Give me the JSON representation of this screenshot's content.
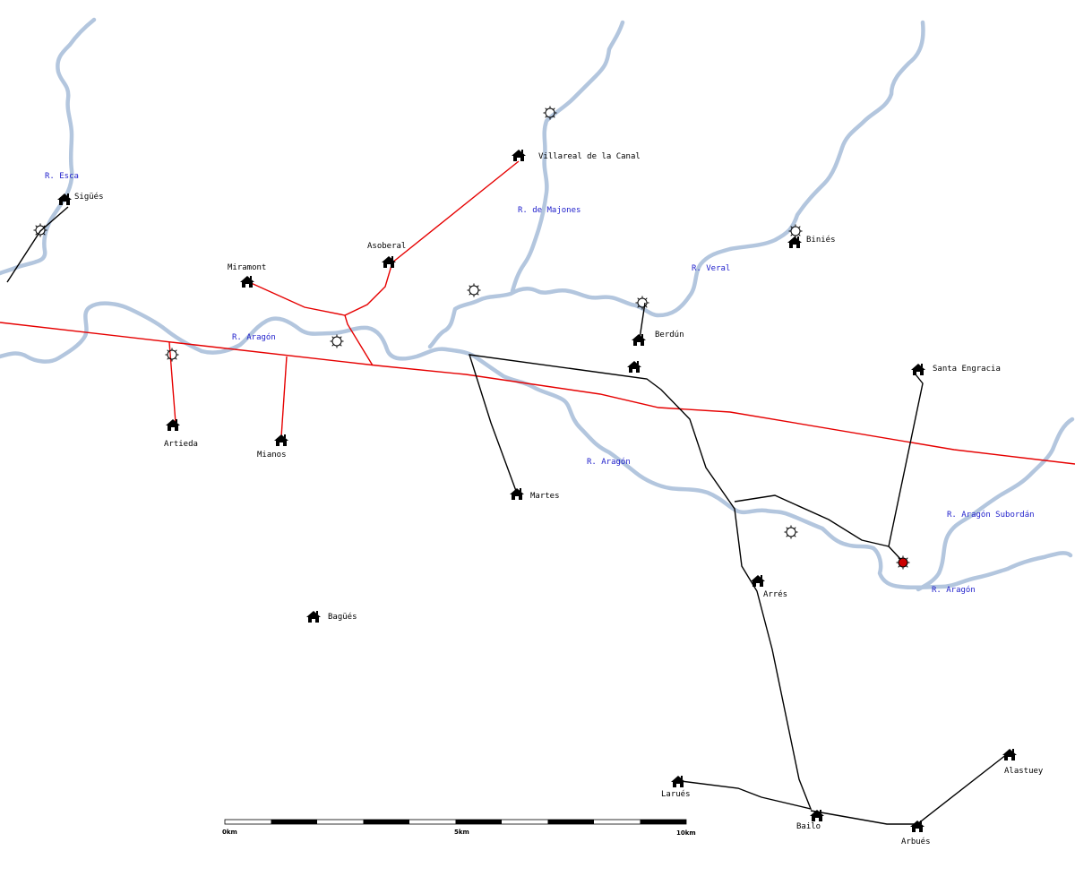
{
  "colors": {
    "river": "#b3c6de",
    "main_road": "#e60000",
    "secondary_road": "#000000",
    "river_label": "#2222cc",
    "highlight_marker": "#cc0000"
  },
  "places": [
    {
      "name": "Sigüés"
    },
    {
      "name": "Villareal de la Canal"
    },
    {
      "name": "Asoberal"
    },
    {
      "name": "Miramont"
    },
    {
      "name": "Biniés"
    },
    {
      "name": "Berdún"
    },
    {
      "name": "Santa Engracia"
    },
    {
      "name": "Artieda"
    },
    {
      "name": "Mianos"
    },
    {
      "name": "Martes"
    },
    {
      "name": "Arrés"
    },
    {
      "name": "Bagüés"
    },
    {
      "name": "Larués"
    },
    {
      "name": "Bailo"
    },
    {
      "name": "Arbués"
    },
    {
      "name": "Alastuey"
    }
  ],
  "rivers": [
    {
      "name": "R. Esca"
    },
    {
      "name": "R. de Majones"
    },
    {
      "name": "R. Veral"
    },
    {
      "name": "R. Aragón"
    },
    {
      "name": "R. Aragón"
    },
    {
      "name": "R. Aragón Subordán"
    },
    {
      "name": "R. Aragón"
    }
  ],
  "scale": {
    "labels": [
      "0km",
      "5km",
      "10km"
    ]
  },
  "icons": {
    "settlement": "house-icon",
    "landmark": "circle-star-icon",
    "highlighted": "red-circle-star-icon"
  }
}
